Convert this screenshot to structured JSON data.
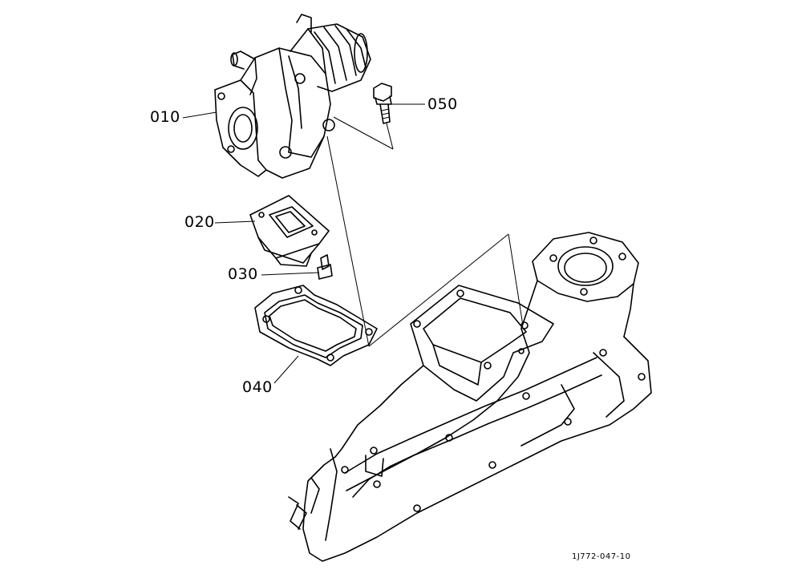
{
  "callouts": {
    "p010": "010",
    "p020": "020",
    "p030": "030",
    "p040": "040",
    "p050": "050"
  },
  "figure_code": "1J772-047-10"
}
